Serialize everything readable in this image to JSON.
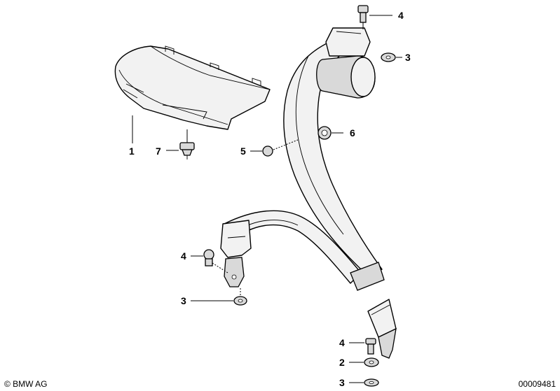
{
  "callouts": {
    "c1": "1",
    "c7": "7",
    "c5": "5",
    "c6": "6",
    "c4_top": "4",
    "c3_top": "3",
    "c4_mid": "4",
    "c3_mid": "3",
    "c4_bot": "4",
    "c2_bot": "2",
    "c3_bot": "3"
  },
  "footer": {
    "copyright": "© BMW AG",
    "drawing_number": "00009481"
  }
}
